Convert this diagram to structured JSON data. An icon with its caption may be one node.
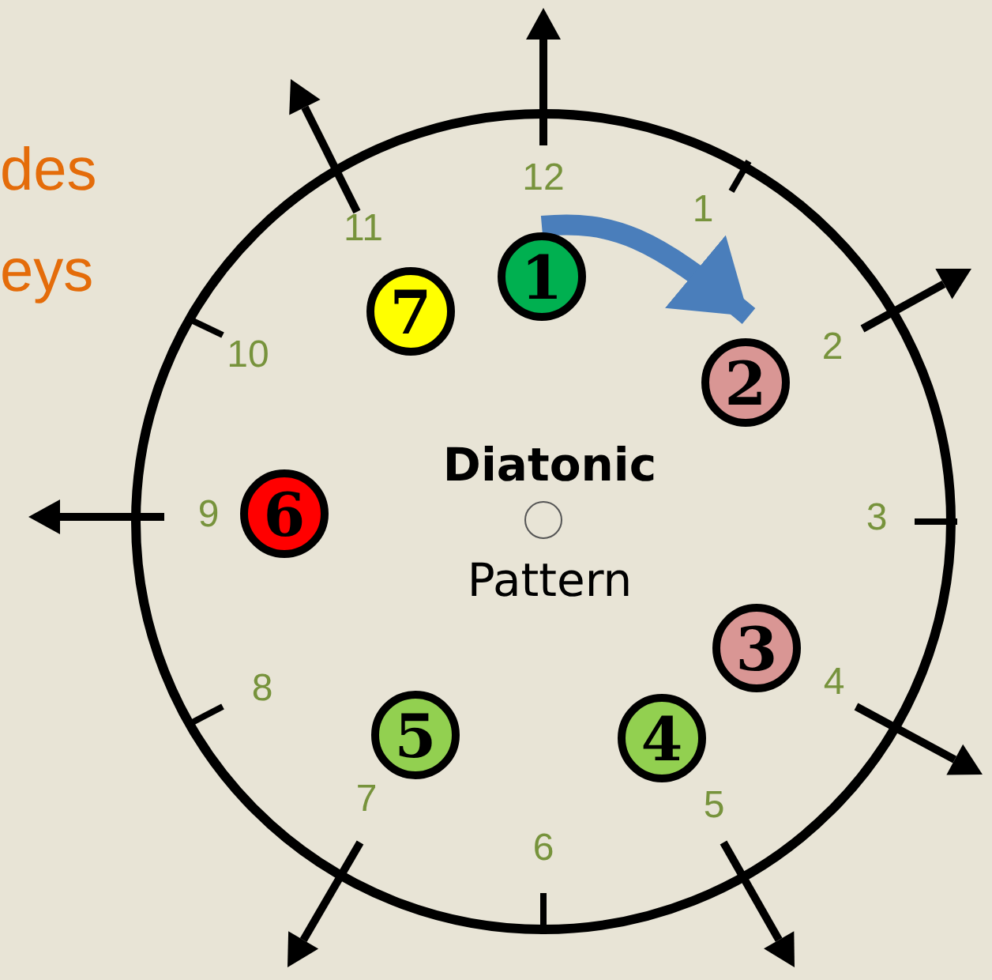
{
  "diagram": {
    "nodes": [
      {
        "text": [
          "Diatonic",
          "Pattern"
        ]
      },
      {
        "text": [
          "1"
        ],
        "in": 0
      },
      {
        "text": [
          "7"
        ],
        "in": 0
      },
      {
        "text": [
          "2"
        ],
        "in": 0
      },
      {
        "text": [
          "6"
        ],
        "in": 0
      },
      {
        "text": [
          "3"
        ],
        "in": 0
      },
      {
        "text": [
          "5"
        ],
        "in": 0
      },
      {
        "text": [
          "4"
        ],
        "in": 0
      },
      {
        "text": [],
        "shape": "circle",
        "in": 0
      }
    ],
    "edges": [
      {
        "from": 1,
        "to": 3,
        "arrow": "to",
        "color": "#4a7ebb"
      }
    ],
    "labels": [
      "des",
      "eys",
      "12",
      "1",
      "11",
      "10",
      "2",
      "9",
      "3",
      "8",
      "4",
      "7",
      "5",
      "6"
    ]
  }
}
